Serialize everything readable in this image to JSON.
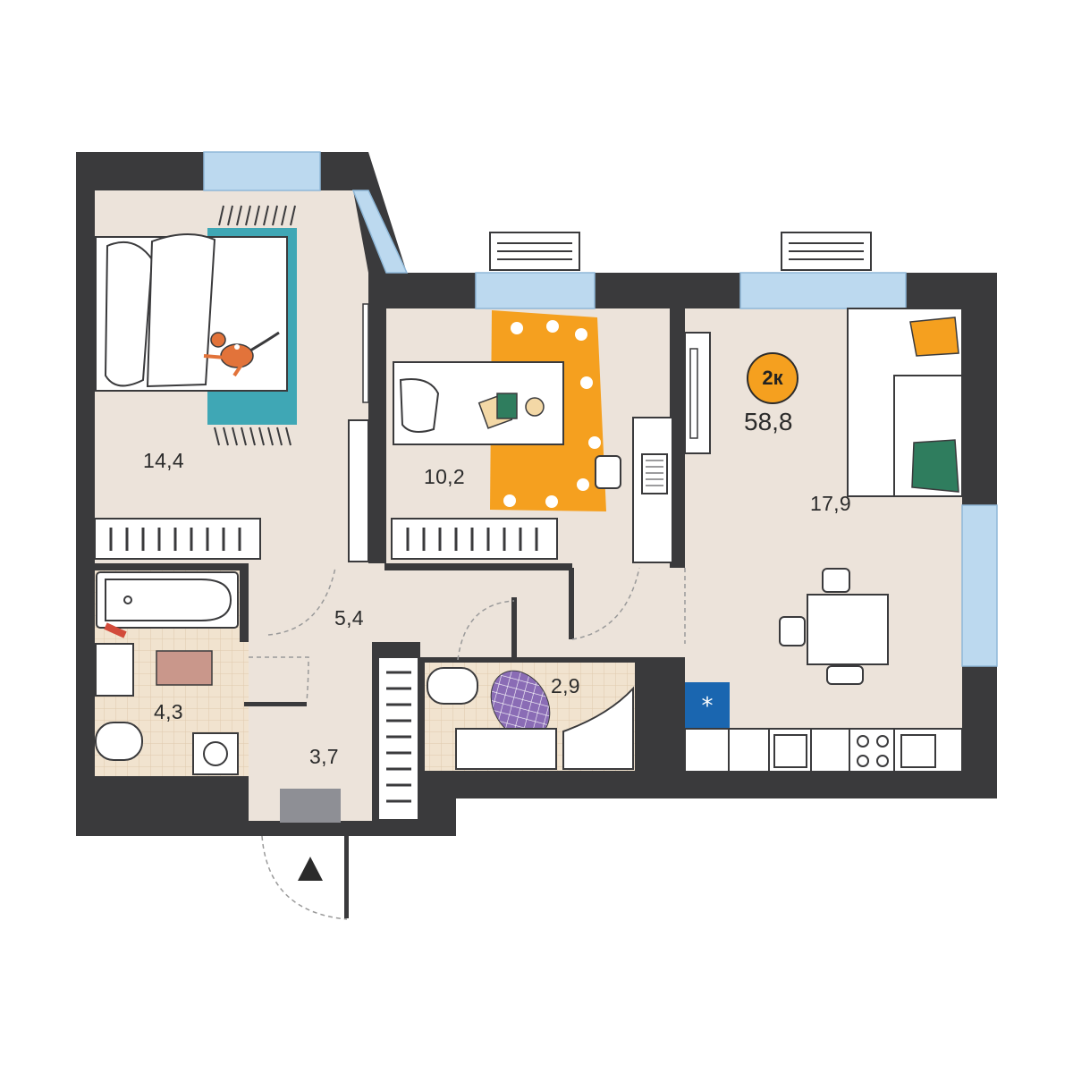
{
  "apartment": {
    "type_badge": "2к",
    "total_area": "58,8"
  },
  "rooms": {
    "bedroom": {
      "area": "14,4"
    },
    "kids_room": {
      "area": "10,2"
    },
    "living_kitchen": {
      "area": "17,9"
    },
    "hall": {
      "area": "5,4"
    },
    "bathroom": {
      "area": "4,3"
    },
    "entrance": {
      "area": "3,7"
    },
    "toilet": {
      "area": "2,9"
    }
  },
  "colors": {
    "wall": "#3a3a3c",
    "floor": "#ece3da",
    "tile_floor": "#f1e3cf",
    "window_glass": "#bcd9ef",
    "accent_orange": "#f5a01f",
    "rug_teal": "#3fa7b5",
    "rug_purple": "#8a6cb5",
    "cushion_green": "#2f7d5e",
    "fridge_blue": "#1a66b0"
  },
  "icons": [
    "entrance-arrow-icon",
    "snowflake-icon",
    "cat-icon"
  ]
}
